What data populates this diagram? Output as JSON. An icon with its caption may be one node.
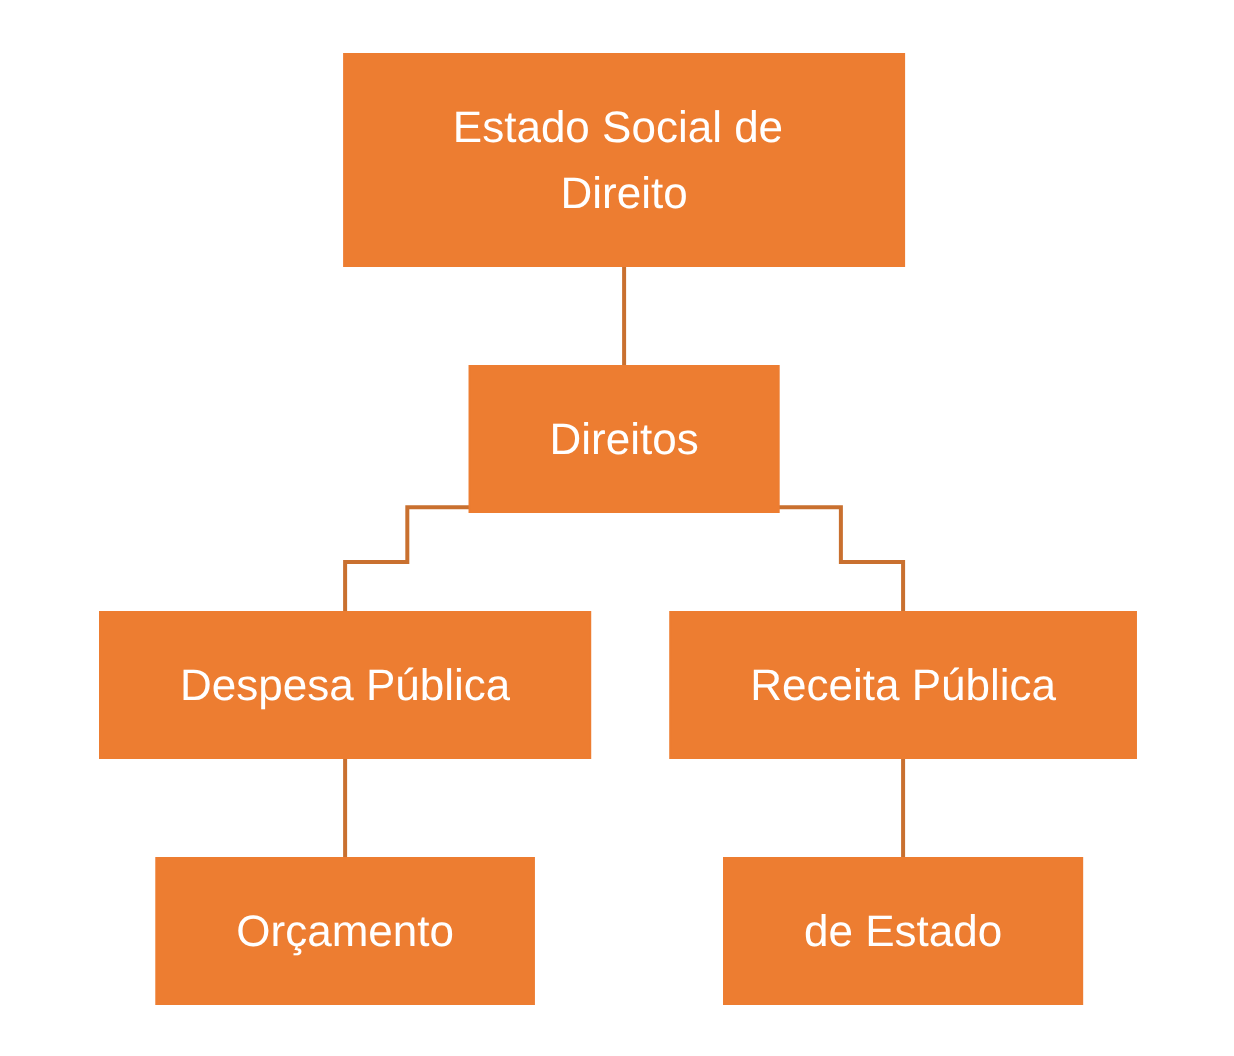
{
  "diagram": {
    "nodes": [
      {
        "text": [
          "Estado Social de Direito"
        ]
      },
      {
        "text": [
          "Direitos"
        ]
      },
      {
        "text": [
          "Despesa Pública"
        ]
      },
      {
        "text": [
          "Receita Pública"
        ]
      },
      {
        "text": [
          "Orçamento"
        ]
      },
      {
        "text": [
          "de Estado"
        ]
      }
    ],
    "edges": [
      {
        "from": 0,
        "to": 1,
        "arrow": "none"
      },
      {
        "from": 1,
        "to": 2,
        "arrow": "none"
      },
      {
        "from": 1,
        "to": 3,
        "arrow": "none"
      },
      {
        "from": 2,
        "to": 4,
        "arrow": "none"
      },
      {
        "from": 3,
        "to": 5,
        "arrow": "none"
      }
    ]
  }
}
